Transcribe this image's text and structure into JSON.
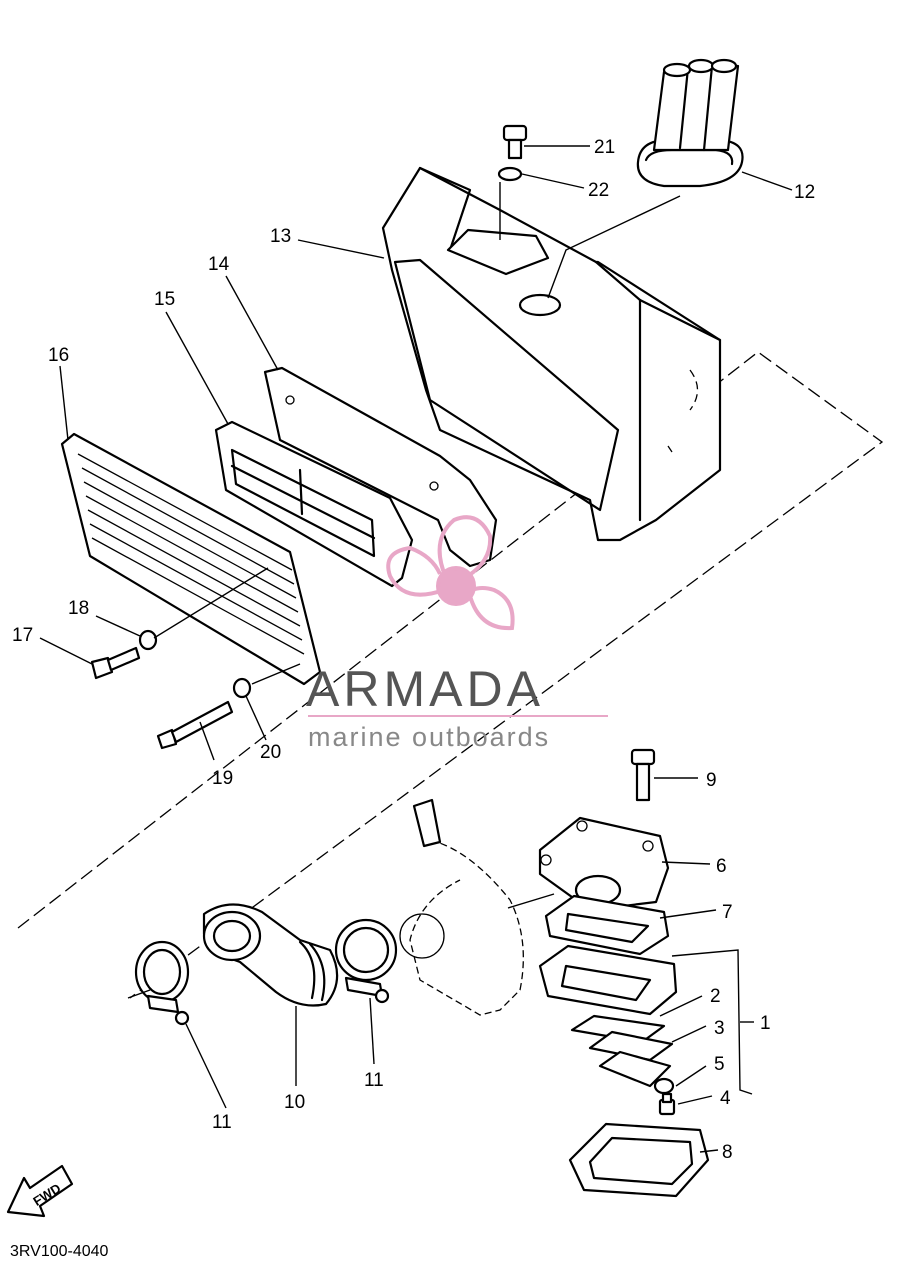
{
  "callouts": {
    "c1": "1",
    "c2": "2",
    "c3": "3",
    "c4": "4",
    "c5": "5",
    "c6": "6",
    "c7": "7",
    "c8": "8",
    "c9": "9",
    "c10": "10",
    "c11a": "11",
    "c11b": "11",
    "c12": "12",
    "c13": "13",
    "c14": "14",
    "c15": "15",
    "c16": "16",
    "c17": "17",
    "c18": "18",
    "c19": "19",
    "c20": "20",
    "c21": "21",
    "c22": "22"
  },
  "watermark": {
    "brand": "ARMADA",
    "tagline": "marine outboards",
    "color": "#e8a7c7"
  },
  "fwd_label": "FWD",
  "diagram_code": "3RV100-4040"
}
